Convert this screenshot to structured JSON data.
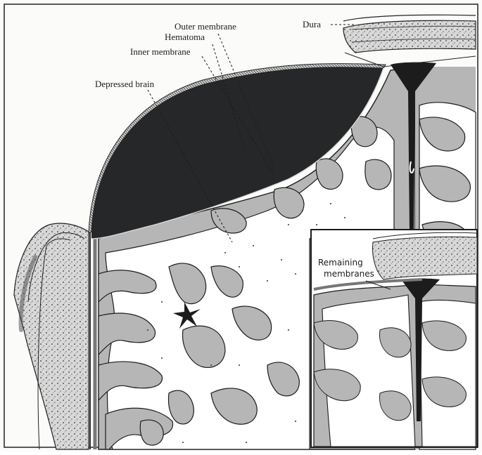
{
  "labels": {
    "outer_membrane": "Outer membrane",
    "hematoma": "Hematoma",
    "inner_membrane": "Inner membrane",
    "depressed_brain": "Depressed brain",
    "dura": "Dura"
  },
  "inset": {
    "remaining_line1": "Remaining",
    "remaining_line2": "membranes"
  },
  "colors": {
    "page": "#fbfbfa",
    "hematoma": "#262728",
    "gray_matter": "#b6b6b6",
    "white_matter": "#ffffff",
    "line": "#1c1c1c",
    "dura": "#9a9a9a"
  }
}
